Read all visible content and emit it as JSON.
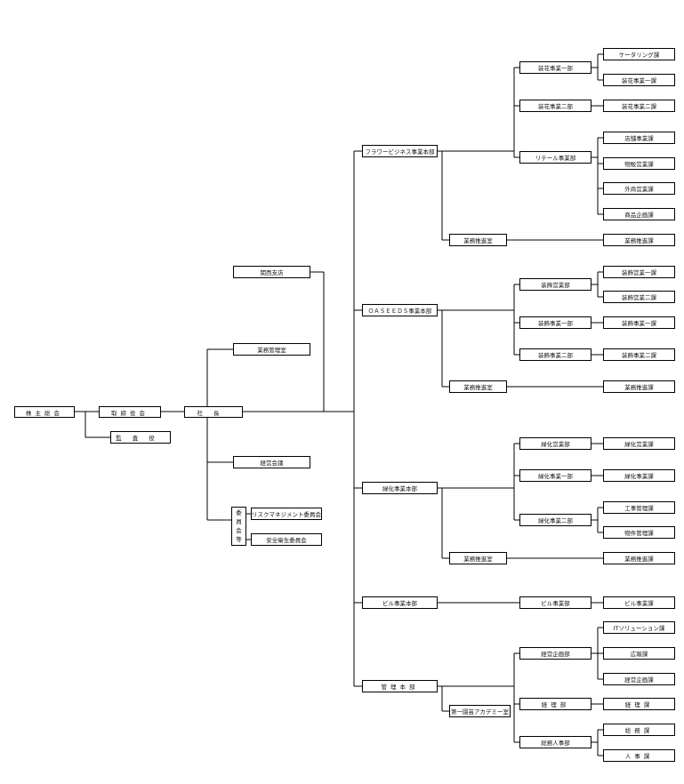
{
  "chart": {
    "shareholders": "株主総会",
    "board": "取締役会",
    "auditors": "監査役",
    "president": "社長",
    "kansai": "関西支店",
    "business_mgmt": "業務管理室",
    "mgmt_meeting": "経営会議",
    "committee": [
      "委",
      "員",
      "会",
      "等"
    ],
    "risk_committee": "リスクマネジメント委員会",
    "safety_committee": "安全衛生委員会",
    "flower_hq": "フラワービジネス事業本部",
    "flower_div1": "装花事業一部",
    "catering": "ケータリング課",
    "flower_sec1": "装花事業一課",
    "flower_div2": "装花事業二部",
    "flower_sec2": "装花事業二課",
    "retail_div": "リテール事業部",
    "store_sec": "店舗事業課",
    "mail_sec": "物販営業課",
    "outside_sec": "外商営業課",
    "product_sec": "商品企画課",
    "flower_promo": "業務推進室",
    "flower_promo_sec": "業務推進課",
    "oaseeds_hq": "ＯＡＳＥＥＤＳ事業本部",
    "deco_sales_div": "装飾営業部",
    "deco_sales_sec1": "装飾営業一課",
    "deco_sales_sec2": "装飾営業二課",
    "deco_div1": "装飾事業一部",
    "deco_div1_sec": "装飾事業一課",
    "deco_div2": "装飾事業二部",
    "deco_div2_sec": "装飾事業二課",
    "oaseeds_promo": "業務推進室",
    "oaseeds_promo_sec": "業務推進課",
    "green_hq": "緑化事業本部",
    "green_sales_div": "緑化営業部",
    "green_sales_sec": "緑化営業課",
    "green_div1": "緑化事業一部",
    "green_div1_sec": "緑化事業課",
    "green_div2": "緑化事業二部",
    "construction_sec": "工事管理課",
    "property_sec": "物件管理課",
    "green_promo": "業務推進室",
    "green_promo_sec": "業務推進課",
    "building_hq": "ビル事業本部",
    "building_div": "ビル事業部",
    "building_sec": "ビル事業課",
    "admin_hq": "管理本部",
    "planning_div": "経営企画部",
    "it_sec": "ITソリューション課",
    "pr_sec": "広報課",
    "planning_sec": "経営企画課",
    "academy": "第一園芸アカデミー室",
    "accounting_div": "経理部",
    "accounting_sec": "経理課",
    "ga_hr_div": "総務人事部",
    "ga_sec": "総務課",
    "hr_sec": "人事課"
  }
}
